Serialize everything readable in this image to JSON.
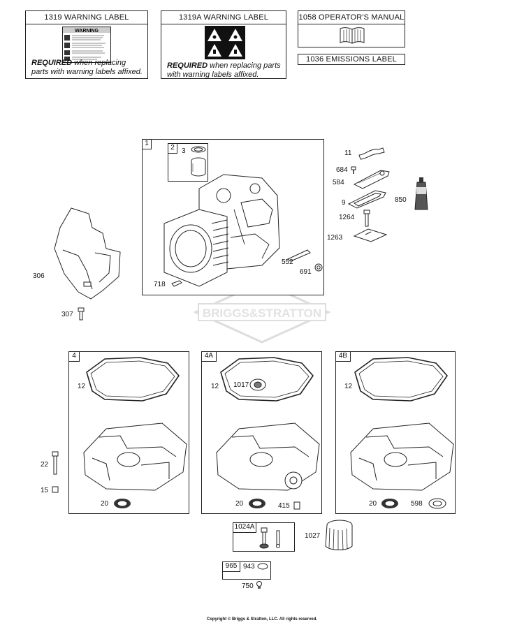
{
  "header_boxes": {
    "warning_label": {
      "title": "1319 WARNING LABEL",
      "sticker_heading": "WARNING",
      "required_bold": "REQUIRED",
      "required_rest": " when replacing parts with warning labels affixed."
    },
    "warning_label_a": {
      "title": "1319A WARNING LABEL",
      "required_bold": "REQUIRED",
      "required_rest": " when replacing parts with warning labels affixed."
    },
    "operators_manual": {
      "title": "1058 OPERATOR'S MANUAL"
    },
    "emissions_label": {
      "title": "1036 EMISSIONS LABEL"
    }
  },
  "groups": {
    "cylinder": {
      "tag": "1",
      "subtag": "2"
    },
    "sump_4": {
      "tag": "4"
    },
    "sump_4a": {
      "tag": "4A"
    },
    "sump_4b": {
      "tag": "4B"
    },
    "kit_1024a": {
      "tag": "1024A"
    },
    "kit_965": {
      "tag": "965"
    }
  },
  "callouts": {
    "p3": "3",
    "p11": "11",
    "p684": "684",
    "p584": "584",
    "p9": "9",
    "p850": "850",
    "p1264": "1264",
    "p1263": "1263",
    "p552": "552",
    "p691": "691",
    "p718": "718",
    "p306": "306",
    "p307": "307",
    "p12_4": "12",
    "p22": "22",
    "p15": "15",
    "p20_4": "20",
    "p12_4a": "12",
    "p1017": "1017",
    "p20_4a": "20",
    "p415": "415",
    "p12_4b": "12",
    "p20_4b": "20",
    "p598": "598",
    "p1027": "1027",
    "p943": "943",
    "p750": "750"
  },
  "watermark": "BRIGGS&STRATTON",
  "copyright": "Copyright © Briggs & Stratton, LLC. All rights reserved."
}
